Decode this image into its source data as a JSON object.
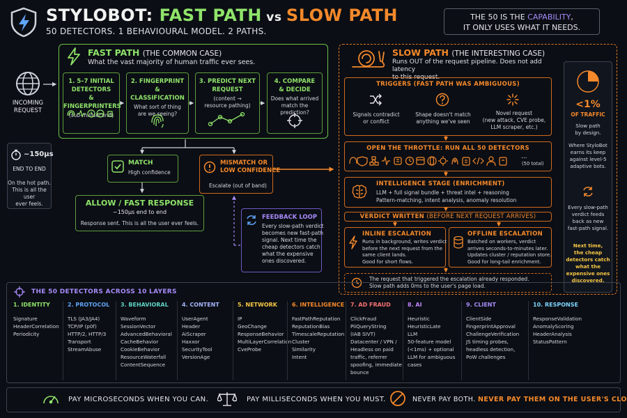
{
  "header": {
    "title_part1": "STYLOBOT: ",
    "title_part2": "FAST PATH",
    "title_part3": " vs ",
    "title_part4": "SLOW PATH",
    "subtitle": "50 DETECTORS. 1 BEHAVIOURAL MODEL. 2 PATHS.",
    "cap_line1_a": "THE 50 IS THE ",
    "cap_line1_b": "CAPABILITY",
    "cap_line1_c": ",",
    "cap_line2": "IT ONLY USES WHAT IT NEEDS."
  },
  "incoming": {
    "label_line1": "INCOMING",
    "label_line2": "REQUEST"
  },
  "timer": {
    "value": "~150μs",
    "label": "END TO END",
    "desc_line1": "On the hot path.",
    "desc_line2": "This is all the user",
    "desc_line3": "ever feels."
  },
  "fast_path": {
    "title": "FAST PATH",
    "title_note": "(THE COMMON CASE)",
    "subtitle": "What the vast majority of human traffic ever sees.",
    "steps": [
      {
        "h1": "1. 5–7 INITIAL DETECTORS",
        "h2": "& FINGERPRINTERS",
        "t1": "(sub-millisecond)",
        "t2": ""
      },
      {
        "h1": "2. FINGERPRINT",
        "h2": "& CLASSIFICATION",
        "t1": "What sort of thing",
        "t2": "are we seeing?"
      },
      {
        "h1": "3. PREDICT NEXT",
        "h2": "REQUEST",
        "t1": "(content →",
        "t2": "resource pathing)"
      },
      {
        "h1": "4. COMPARE",
        "h2": "& DECIDE",
        "t1": "Does what arrived",
        "t2": "match the prediction?"
      }
    ],
    "match": {
      "title": "MATCH",
      "desc": "High confidence"
    },
    "mismatch": {
      "title1": "MISMATCH OR",
      "title2": "LOW CONFIDENCE",
      "desc": "Escalate (out of band)"
    },
    "allow": {
      "title": "ALLOW / FAST RESPONSE",
      "line1": "~150μs end to end",
      "line2": "Response sent. This is all the user ever feels."
    }
  },
  "feedback": {
    "title": "FEEDBACK LOOP",
    "lines": [
      "Every slow-path verdict",
      "becomes new fast-path",
      "signal. Next time the",
      "cheap detectors catch",
      "what the expensive",
      "ones discovered."
    ]
  },
  "slow_path": {
    "title": "SLOW PATH",
    "title_note": "(THE INTERESTING CASE)",
    "subtitle_line1": "Runs OUT of the request pipeline. Does not add latency",
    "subtitle_line2": "to this request.",
    "triggers": {
      "title": "TRIGGERS (FAST PATH WAS AMBIGUOUS)",
      "items": [
        {
          "l1": "Signals contradict",
          "l2": "or conflict",
          "l3": ""
        },
        {
          "l1": "Shape doesn't match",
          "l2": "anything we've seen",
          "l3": ""
        },
        {
          "l1": "Novel request",
          "l2": "(new attack, CVE probe,",
          "l3": "LLM scraper, etc.)"
        }
      ]
    },
    "throttle": {
      "title": "OPEN THE THROTTLE: RUN ALL 50 DETECTORS",
      "ellipsis": "...",
      "total": "(50 total)"
    },
    "intel": {
      "title": "INTELLIGENCE STAGE (ENRICHMENT)",
      "line1": "LLM + full signal bundle + threat intel + reasoning",
      "line2": "Pattern-matching, intent analysis, anomaly resolution"
    },
    "verdict": {
      "title": "VERDICT WRITTEN",
      "note": "(BEFORE NEXT REQUEST ARRIVES)"
    },
    "inline": {
      "title": "INLINE ESCALATION",
      "lines": [
        "Runs in background, writes verdict",
        "before the next request from the",
        "same client lands.",
        "Good for short flows."
      ]
    },
    "offline": {
      "title": "OFFLINE ESCALATION",
      "lines": [
        "Batched on workers, verdict",
        "arrives seconds-to-minutes later.",
        "Updates cluster / reputation store.",
        "Good for long-tail enrichment."
      ]
    },
    "note_line1": "The request that triggered the escalation already responded.",
    "note_line2": "Slow path adds 0ms to the user's page load."
  },
  "side": {
    "pct": "<1%",
    "pct_label": "OF TRAFFIC",
    "desc1": [
      "Slow path",
      "by design."
    ],
    "desc2": [
      "Where StyloBot",
      "earns its keep",
      "against level-5",
      "adaptive bots."
    ],
    "desc3": [
      "Every slow-path",
      "verdict feeds",
      "back as new",
      "fast-path signal."
    ],
    "desc4": [
      "Next time,",
      "the cheap",
      "detectors catch",
      "what the",
      "expensive ones",
      "discovered."
    ]
  },
  "layers": {
    "title": "THE 50 DETECTORS ACROSS 10 LAYERS",
    "items": [
      {
        "name": "1. IDENTITY",
        "color": "#8fe36a",
        "entries": [
          "Signature",
          "HeaderCorrelation",
          "Periodicity"
        ]
      },
      {
        "name": "2. PROTOCOL",
        "color": "#60a5fa",
        "entries": [
          "TLS (JA3/JA4)",
          "TCP/IP (p0f)",
          "HTTP/2, HTTP/3",
          "Transport",
          "StreamAbuse"
        ]
      },
      {
        "name": "3. BEHAVIORAL",
        "color": "#5fd4c4",
        "entries": [
          "Waveform",
          "SessionVector",
          "AdvancedBehavioral",
          "CacheBehavior",
          "CookieBehavior",
          "ResourceWaterfall",
          "ContentSequence"
        ]
      },
      {
        "name": "4. CONTENT",
        "color": "#a5b4fc",
        "entries": [
          "UserAgent",
          "Header",
          "AiScraper",
          "Haxxor",
          "SecurityTool",
          "VersionAge"
        ]
      },
      {
        "name": "5. NETWORK",
        "color": "#f6c744",
        "entries": [
          "IP",
          "GeoChange",
          "ResponseBehavior",
          "MultiLayerCorrelation",
          "CveProbe"
        ]
      },
      {
        "name": "6. INTELLIGENCE",
        "color": "#f5892b",
        "entries": [
          "FastPathReputation",
          "ReputationBias",
          "TimescaleReputation",
          "Cluster",
          "Similarity",
          "Intent"
        ]
      },
      {
        "name": "7. AD FRAUD",
        "color": "#f87171",
        "entries": [
          "ClickFraud",
          "PiiQueryString",
          "(IAB SIVT)",
          "Datacenter / VPN /",
          "Headless on paid",
          "traffic, referrer",
          "spoofing, immediate",
          "bounce"
        ]
      },
      {
        "name": "8. AI",
        "color": "#c084fc",
        "entries": [
          "Heuristic",
          "HeuristicLate",
          "LLM",
          "50-feature model",
          "(<1ms) + optional",
          "LLM for ambiguous",
          "cases"
        ]
      },
      {
        "name": "9. CLIENT",
        "color": "#a78bfa",
        "entries": [
          "ClientSide",
          "FingerprintApproval",
          "ChallengeVerification",
          "JS timing probes,",
          "headless detection,",
          "PoW challenges"
        ]
      },
      {
        "name": "10. RESPONSE",
        "color": "#7dd3fc",
        "entries": [
          "ResponseValidation",
          "AnomalyScoring",
          "HeaderAnalysis",
          "StatusPattern"
        ]
      }
    ]
  },
  "footer": {
    "left": "PAY MICROSECONDS WHEN YOU CAN.",
    "mid": "PAY MILLISECONDS WHEN YOU MUST.",
    "right_a": "NEVER PAY BOTH. ",
    "right_b": "NEVER PAY THEM ON THE USER'S CLOCK."
  },
  "colors": {
    "fast": "#8fe36a",
    "slow": "#f5892b",
    "accent": "#a78bfa",
    "warn": "#f6c744"
  }
}
